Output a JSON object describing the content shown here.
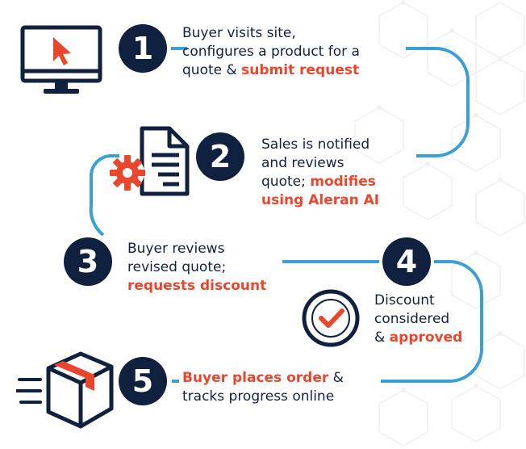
{
  "colors": {
    "navy": "#10213f",
    "accent": "#e8472d",
    "connector": "#3a9fd4",
    "background_pattern": "#eef0f3"
  },
  "steps": [
    {
      "number": "1",
      "icon": "computer-cursor-icon",
      "lines": [
        "Buyer visits site,",
        "configures a product for a"
      ],
      "last_plain": "quote & ",
      "last_highlight": "submit request"
    },
    {
      "number": "2",
      "icon": "document-gear-icon",
      "lines": [
        "Sales is notified",
        "and reviews"
      ],
      "last_plain": "quote; ",
      "last_highlight": "modifies",
      "extra_highlight": "using Aleran AI"
    },
    {
      "number": "3",
      "lines": [
        "Buyer reviews",
        "revised quote;"
      ],
      "highlight_line": "requests discount"
    },
    {
      "number": "4",
      "icon": "check-badge-icon",
      "lines": [
        "Discount",
        "considered"
      ],
      "last_plain": "& ",
      "last_highlight": "approved"
    },
    {
      "number": "5",
      "icon": "delivery-box-icon",
      "first_highlight": "Buyer places order",
      "first_plain": " &",
      "lines": [
        "tracks progress online"
      ]
    }
  ]
}
